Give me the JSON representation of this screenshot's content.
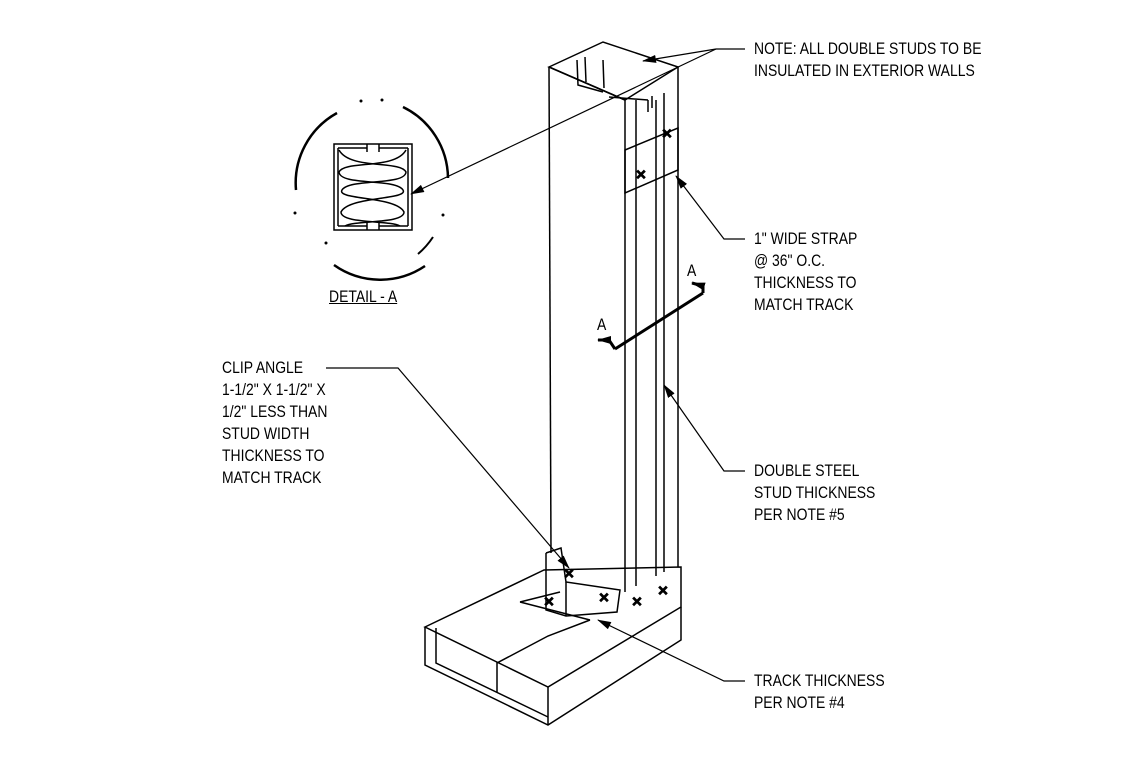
{
  "labels": {
    "note": [
      "NOTE: ALL DOUBLE STUDS TO BE",
      "INSULATED IN EXTERIOR WALLS"
    ],
    "strap": [
      "1\" WIDE STRAP",
      "@ 36\" O.C.",
      "THICKNESS TO",
      "MATCH TRACK"
    ],
    "double_stud": [
      "DOUBLE STEEL",
      "STUD THICKNESS",
      "PER NOTE #5"
    ],
    "track": [
      "TRACK THICKNESS",
      "PER NOTE #4"
    ],
    "clip_angle": [
      "CLIP ANGLE",
      "1-1/2\" X 1-1/2\" X",
      "1/2\" LESS THAN",
      "STUD WIDTH",
      "THICKNESS TO",
      "MATCH TRACK"
    ],
    "detail_title": "DETAIL - A",
    "section_marker": "A"
  }
}
